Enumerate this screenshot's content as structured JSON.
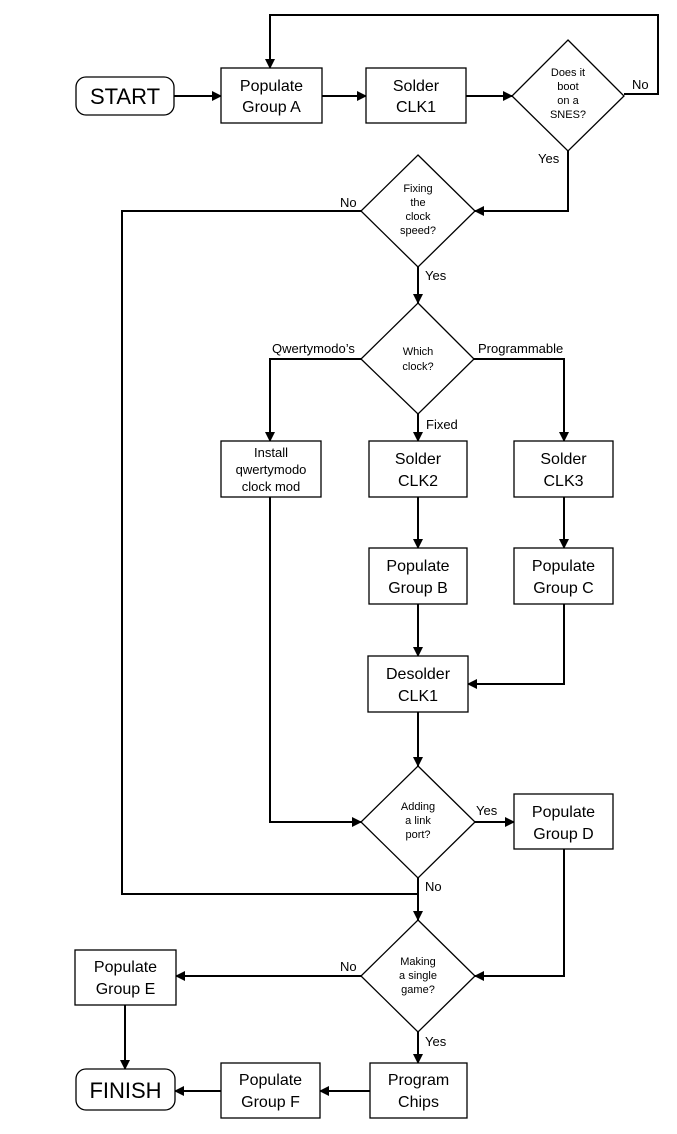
{
  "nodes": {
    "start": "START",
    "finish": "FINISH",
    "populate_a": [
      "Populate",
      "Group A"
    ],
    "solder_clk1": [
      "Solder",
      "CLK1"
    ],
    "boot_check": [
      "Does it",
      "boot",
      "on a",
      "SNES?"
    ],
    "fix_clock": [
      "Fixing",
      "the",
      "clock",
      "speed?"
    ],
    "which_clock": [
      "Which",
      "clock?"
    ],
    "install_mod": [
      "Install",
      "qwertymodo",
      "clock mod"
    ],
    "solder_clk2": [
      "Solder",
      "CLK2"
    ],
    "solder_clk3": [
      "Solder",
      "CLK3"
    ],
    "populate_b": [
      "Populate",
      "Group B"
    ],
    "populate_c": [
      "Populate",
      "Group C"
    ],
    "desolder_clk1": [
      "Desolder",
      "CLK1"
    ],
    "link_port": [
      "Adding",
      "a link",
      "port?"
    ],
    "populate_d": [
      "Populate",
      "Group D"
    ],
    "single_game": [
      "Making",
      "a single",
      "game?"
    ],
    "populate_e": [
      "Populate",
      "Group E"
    ],
    "program_chips": [
      "Program",
      "Chips"
    ],
    "populate_f": [
      "Populate",
      "Group F"
    ]
  },
  "edge_labels": {
    "boot_no": "No",
    "boot_yes": "Yes",
    "fix_no": "No",
    "fix_yes": "Yes",
    "clock_qwerty": "Qwertymodo’s",
    "clock_programmable": "Programmable",
    "clock_fixed": "Fixed",
    "link_yes": "Yes",
    "link_no": "No",
    "single_no": "No",
    "single_yes": "Yes"
  }
}
